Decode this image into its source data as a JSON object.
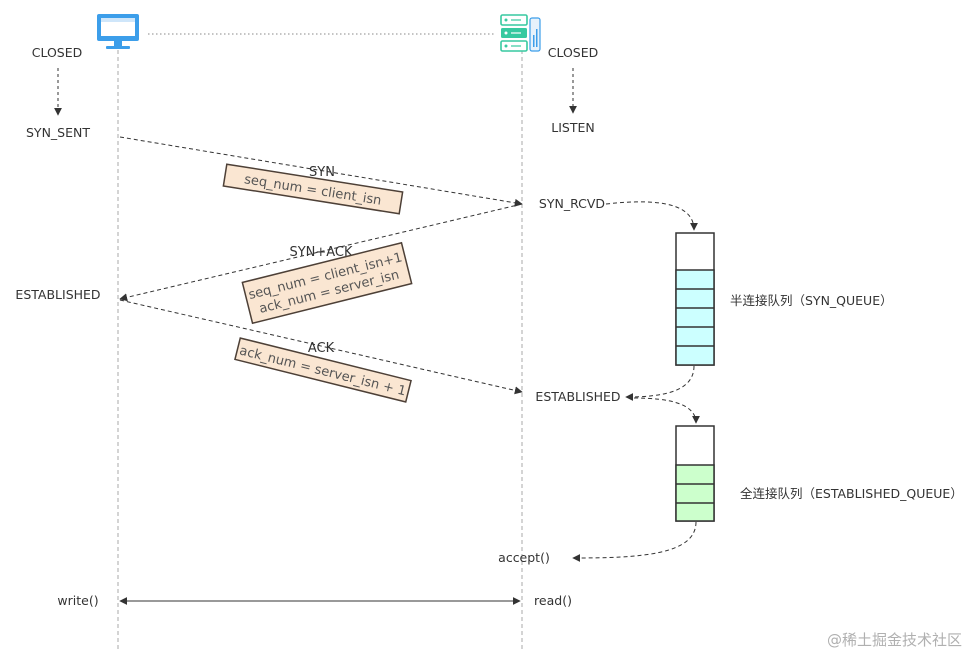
{
  "client": {
    "states": {
      "closed": "CLOSED",
      "syn_sent": "SYN_SENT",
      "established": "ESTABLISHED"
    },
    "call": "write()",
    "icon": "monitor-icon"
  },
  "server": {
    "states": {
      "closed": "CLOSED",
      "listen": "LISTEN",
      "syn_rcvd": "SYN_RCVD",
      "established": "ESTABLISHED"
    },
    "accept": "accept()",
    "call": "read()",
    "icon": "server-icon"
  },
  "messages": {
    "syn": {
      "label": "SYN",
      "note": [
        "seq_num = client_isn"
      ]
    },
    "syn_ack": {
      "label": "SYN+ACK",
      "note": [
        "seq_num = client_isn+1",
        "ack_num = server_isn"
      ]
    },
    "ack": {
      "label": "ACK",
      "note": [
        "ack_num = server_isn + 1"
      ]
    }
  },
  "queues": {
    "syn_queue": {
      "label": "半连接队列（SYN_QUEUE）",
      "color": "#ccffff",
      "filled_slots": 5
    },
    "accept_queue": {
      "label": "全连接队列（ESTABLISHED_QUEUE）",
      "color": "#ccffcc",
      "filled_slots": 3
    }
  },
  "colors": {
    "note_fill": "#fae6d2",
    "note_border": "#4d4037",
    "icon_blue": "#3c9eea",
    "server_green": "#37c9a0"
  },
  "watermark": "@稀土掘金技术社区"
}
